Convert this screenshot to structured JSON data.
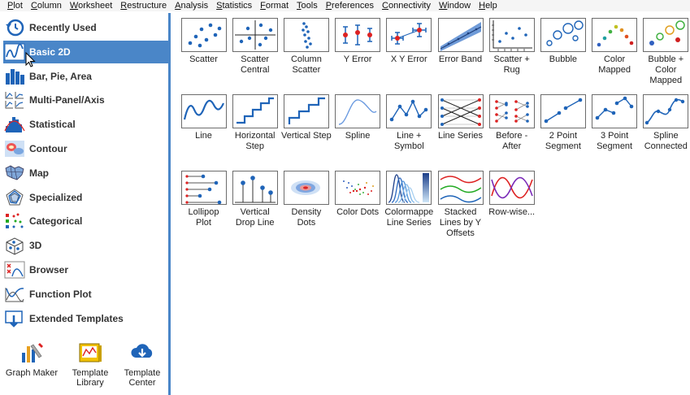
{
  "menu": [
    {
      "label": "Plot",
      "u": "P"
    },
    {
      "label": "Column",
      "u": "C"
    },
    {
      "label": "Worksheet",
      "u": "W"
    },
    {
      "label": "Restructure",
      "u": "R"
    },
    {
      "label": "Analysis",
      "u": "A"
    },
    {
      "label": "Statistics",
      "u": "S"
    },
    {
      "label": "Format",
      "u": "F"
    },
    {
      "label": "Tools",
      "u": "T"
    },
    {
      "label": "Preferences",
      "u": "P"
    },
    {
      "label": "Connectivity",
      "u": "C"
    },
    {
      "label": "Window",
      "u": "W"
    },
    {
      "label": "Help",
      "u": "H"
    }
  ],
  "categories": [
    {
      "label": "Recently Used",
      "icon": "recent-icon"
    },
    {
      "label": "Basic 2D",
      "icon": "basic2d-icon",
      "selected": true
    },
    {
      "label": "Bar, Pie, Area",
      "icon": "bar-chart-icon"
    },
    {
      "label": "Multi-Panel/Axis",
      "icon": "multipanel-icon"
    },
    {
      "label": "Statistical",
      "icon": "histogram-icon"
    },
    {
      "label": "Contour",
      "icon": "contour-icon"
    },
    {
      "label": "Map",
      "icon": "map-icon"
    },
    {
      "label": "Specialized",
      "icon": "radar-icon"
    },
    {
      "label": "Categorical",
      "icon": "categorical-icon"
    },
    {
      "label": "3D",
      "icon": "cube-icon"
    },
    {
      "label": "Browser",
      "icon": "browser-icon"
    },
    {
      "label": "Function Plot",
      "icon": "function-icon"
    },
    {
      "label": "Extended Templates",
      "icon": "extended-templates-icon"
    }
  ],
  "tools": [
    {
      "label": "Graph Maker",
      "icon": "graph-maker-icon"
    },
    {
      "label": "Template\nLibrary",
      "icon": "template-library-icon"
    },
    {
      "label": "Template\nCenter",
      "icon": "template-center-icon"
    }
  ],
  "templates": [
    {
      "label": "Scatter",
      "icon": "scatter-icon"
    },
    {
      "label": "Scatter\nCentral",
      "icon": "scatter-central-icon"
    },
    {
      "label": "Column\nScatter",
      "icon": "column-scatter-icon"
    },
    {
      "label": "Y Error",
      "icon": "y-error-icon"
    },
    {
      "label": "X Y Error",
      "icon": "xy-error-icon"
    },
    {
      "label": "Error Band",
      "icon": "error-band-icon"
    },
    {
      "label": "Scatter +\nRug",
      "icon": "scatter-rug-icon"
    },
    {
      "label": "Bubble",
      "icon": "bubble-icon"
    },
    {
      "label": "Color\nMapped",
      "icon": "color-mapped-icon"
    },
    {
      "label": "Bubble +\nColor\nMapped",
      "icon": "bubble-color-mapped-icon"
    },
    {
      "label": "Line",
      "icon": "line-icon"
    },
    {
      "label": "Horizontal\nStep",
      "icon": "horizontal-step-icon"
    },
    {
      "label": "Vertical Step",
      "icon": "vertical-step-icon"
    },
    {
      "label": "Spline",
      "icon": "spline-icon"
    },
    {
      "label": "Line +\nSymbol",
      "icon": "line-symbol-icon"
    },
    {
      "label": "Line Series",
      "icon": "line-series-icon"
    },
    {
      "label": "Before -\nAfter",
      "icon": "before-after-icon"
    },
    {
      "label": "2 Point\nSegment",
      "icon": "two-point-segment-icon"
    },
    {
      "label": "3 Point\nSegment",
      "icon": "three-point-segment-icon"
    },
    {
      "label": "Spline\nConnected",
      "icon": "spline-connected-icon"
    },
    {
      "label": "Lollipop\nPlot",
      "icon": "lollipop-icon"
    },
    {
      "label": "Vertical\nDrop Line",
      "icon": "vertical-drop-line-icon"
    },
    {
      "label": "Density\nDots",
      "icon": "density-dots-icon"
    },
    {
      "label": "Color Dots",
      "icon": "color-dots-icon"
    },
    {
      "label": "Colormappe\nLine Series",
      "icon": "colormapped-line-series-icon"
    },
    {
      "label": "Stacked\nLines by Y\nOffsets",
      "icon": "stacked-lines-icon"
    },
    {
      "label": "Row-wise...",
      "icon": "row-wise-icon"
    }
  ]
}
